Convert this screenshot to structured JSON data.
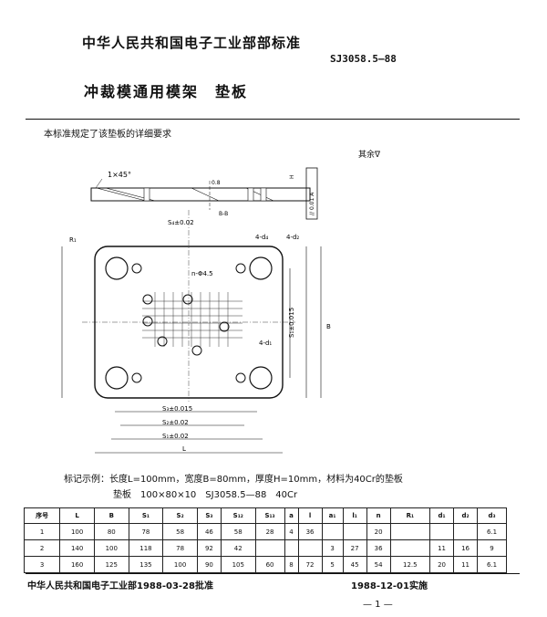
{
  "header": {
    "organization": "中华人民共和国电子工业部部标准",
    "standard_number": "SJ3058.5—88",
    "title": "冲裁模通用模架　垫板"
  },
  "scope_text": "本标准规定了该垫板的详细要求",
  "roughness_note": "其余∇",
  "drawing": {
    "chamfer_label": "1×45°",
    "roughness_small": "0.8",
    "section_mark": "B-B",
    "thickness_label": "H",
    "flatness_label": "// 0.01 A",
    "dim_s4": "S₄±0.02",
    "dim_s3": "S₃±0.015",
    "dim_s2": "S₂±0.02",
    "dim_l": "L",
    "dim_b": "B",
    "dim_s1": "S₁±0.015",
    "dim_s1prime": "S₁±0.02",
    "dim_d4": "4-d₄",
    "dim_d2": "4-d₂",
    "dim_n": "n-Φ4.5",
    "dim_r": "R₁",
    "dim_d1": "4-d₁"
  },
  "example": {
    "line1": "标记示例：长度L=100mm，宽度B=80mm，厚度H=10mm，材料为40Cr的垫板",
    "line2": "垫板　100×80×10　SJ3058.5—88　40Cr"
  },
  "table": {
    "headers": [
      "序号",
      "L",
      "B",
      "S₁",
      "S₂",
      "S₃",
      "S₁₂",
      "S₁₃",
      "a",
      "l",
      "a₁",
      "l₁",
      "n",
      "R₁",
      "d₁",
      "d₂",
      "d₃"
    ],
    "rows": [
      [
        "1",
        "100",
        "80",
        "78",
        "58",
        "46",
        "58",
        "28",
        "4",
        "36",
        "",
        "",
        "20",
        "",
        "",
        "",
        "6.1"
      ],
      [
        "2",
        "140",
        "100",
        "118",
        "78",
        "92",
        "42",
        "",
        "",
        "",
        "3",
        "27",
        "36",
        "",
        "11",
        "16",
        "9"
      ],
      [
        "3",
        "160",
        "125",
        "135",
        "100",
        "90",
        "105",
        "60",
        "8",
        "72",
        "5",
        "45",
        "54",
        "12.5",
        "20",
        "11",
        "6.1"
      ]
    ]
  },
  "footer": {
    "approved": "中华人民共和国电子工业部1988-03-28批准",
    "effective": "1988-12-01实施",
    "page": "— 1 —"
  }
}
